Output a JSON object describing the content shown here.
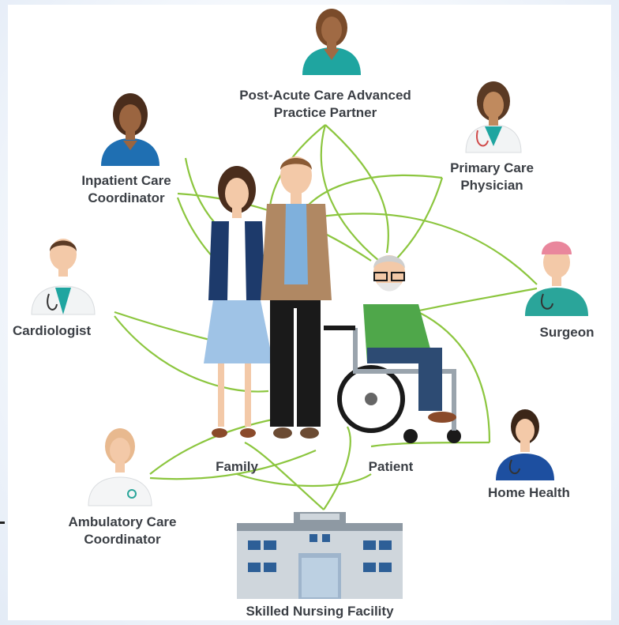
{
  "nodes": {
    "post_acute": {
      "line1": "Post-Acute Care Advanced",
      "line2": "Practice Partner"
    },
    "inpatient": {
      "line1": "Inpatient Care",
      "line2": "Coordinator"
    },
    "primary_care": {
      "line1": "Primary Care",
      "line2": "Physician"
    },
    "cardiologist": {
      "line1": "Cardiologist"
    },
    "surgeon": {
      "line1": "Surgeon"
    },
    "home_health": {
      "line1": "Home Health"
    },
    "ambulatory": {
      "line1": "Ambulatory Care",
      "line2": "Coordinator"
    },
    "snf": {
      "line1": "Skilled Nursing Facility"
    },
    "family": {
      "line1": "Family"
    },
    "patient": {
      "line1": "Patient"
    }
  },
  "colors": {
    "leaf": "#8cc63f",
    "navy": "#1d3a6b",
    "teal": "#2aa59a",
    "blue_scrub": "#1f6fb2",
    "skin": "#f3c9a8",
    "building": "#9aa4ad"
  }
}
